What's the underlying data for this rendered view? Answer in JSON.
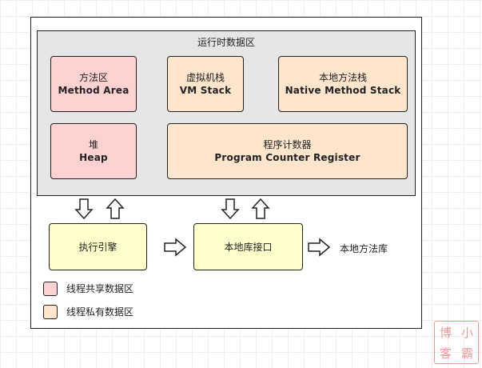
{
  "diagram": {
    "runtime_area": {
      "title": "运行时数据区"
    },
    "method_area": {
      "zh": "方法区",
      "en": "Method Area"
    },
    "vm_stack": {
      "zh": "虚拟机栈",
      "en": "VM Stack"
    },
    "native_stack": {
      "zh": "本地方法栈",
      "en": "Native Method Stack"
    },
    "heap": {
      "zh": "堆",
      "en": "Heap"
    },
    "pc_register": {
      "zh": "程序计数器",
      "en": "Program Counter Register"
    },
    "execution_engine": {
      "label": "执行引擎"
    },
    "native_interface": {
      "label": "本地库接口"
    },
    "native_library": {
      "label": "本地方法库"
    }
  },
  "legend": {
    "shared": {
      "label": "线程共享数据区",
      "color": "#ffd2d2"
    },
    "private": {
      "label": "线程私有数据区",
      "color": "#ffe5cc"
    }
  },
  "colors": {
    "shared_fill": "#ffd2d2",
    "private_fill": "#ffe5cc",
    "component_fill": "#ffffcc",
    "runtime_fill": "#e6e6e6",
    "stroke": "#222222"
  }
}
